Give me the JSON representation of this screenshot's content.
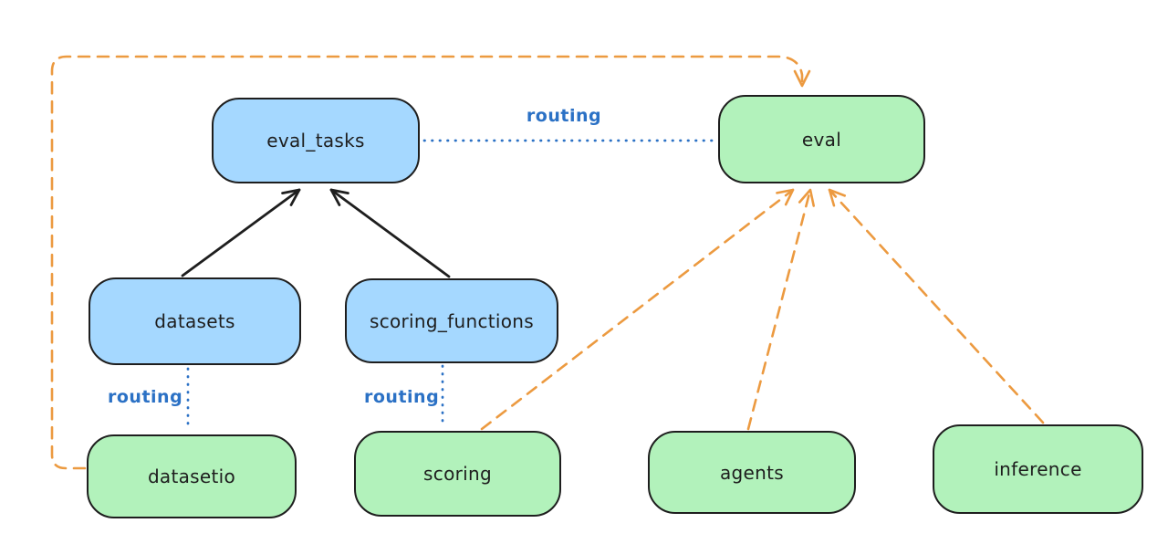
{
  "diagram": {
    "title": "",
    "colors": {
      "background": "#ffffff",
      "node_blue_fill": "#a5d8ff",
      "node_green_fill": "#b2f2bb",
      "node_border": "#1e1e1e",
      "routing_blue": "#2b71c5",
      "arrow_black": "#1e1e1e",
      "arrow_orange": "#ec9a40"
    },
    "nodes": [
      {
        "id": "eval_tasks",
        "label": "eval_tasks",
        "color": "blue"
      },
      {
        "id": "eval",
        "label": "eval",
        "color": "green"
      },
      {
        "id": "datasets",
        "label": "datasets",
        "color": "blue"
      },
      {
        "id": "scoring_functions",
        "label": "scoring_functions",
        "color": "blue"
      },
      {
        "id": "datasetio",
        "label": "datasetio",
        "color": "green"
      },
      {
        "id": "scoring",
        "label": "scoring",
        "color": "green"
      },
      {
        "id": "agents",
        "label": "agents",
        "color": "green"
      },
      {
        "id": "inference",
        "label": "inference",
        "color": "green"
      }
    ],
    "edges": [
      {
        "name": "datasets-to-eval_tasks",
        "type": "arrow",
        "style": "solid",
        "color": "black",
        "label": ""
      },
      {
        "name": "scoring_functions-to-eval_tasks",
        "type": "arrow",
        "style": "solid",
        "color": "black",
        "label": ""
      },
      {
        "name": "eval_tasks-to-eval",
        "type": "line",
        "style": "dotted",
        "color": "blue",
        "label": "routing"
      },
      {
        "name": "datasets-to-datasetio",
        "type": "line",
        "style": "dotted",
        "color": "blue",
        "label": "routing"
      },
      {
        "name": "scoring_functions-to-scoring",
        "type": "line",
        "style": "dotted",
        "color": "blue",
        "label": "routing"
      },
      {
        "name": "datasetio-to-eval",
        "type": "arrow",
        "style": "dashed",
        "color": "orange",
        "label": ""
      },
      {
        "name": "scoring-to-eval",
        "type": "arrow",
        "style": "dashed",
        "color": "orange",
        "label": ""
      },
      {
        "name": "agents-to-eval",
        "type": "arrow",
        "style": "dashed",
        "color": "orange",
        "label": ""
      },
      {
        "name": "inference-to-eval",
        "type": "arrow",
        "style": "dashed",
        "color": "orange",
        "label": ""
      }
    ]
  }
}
